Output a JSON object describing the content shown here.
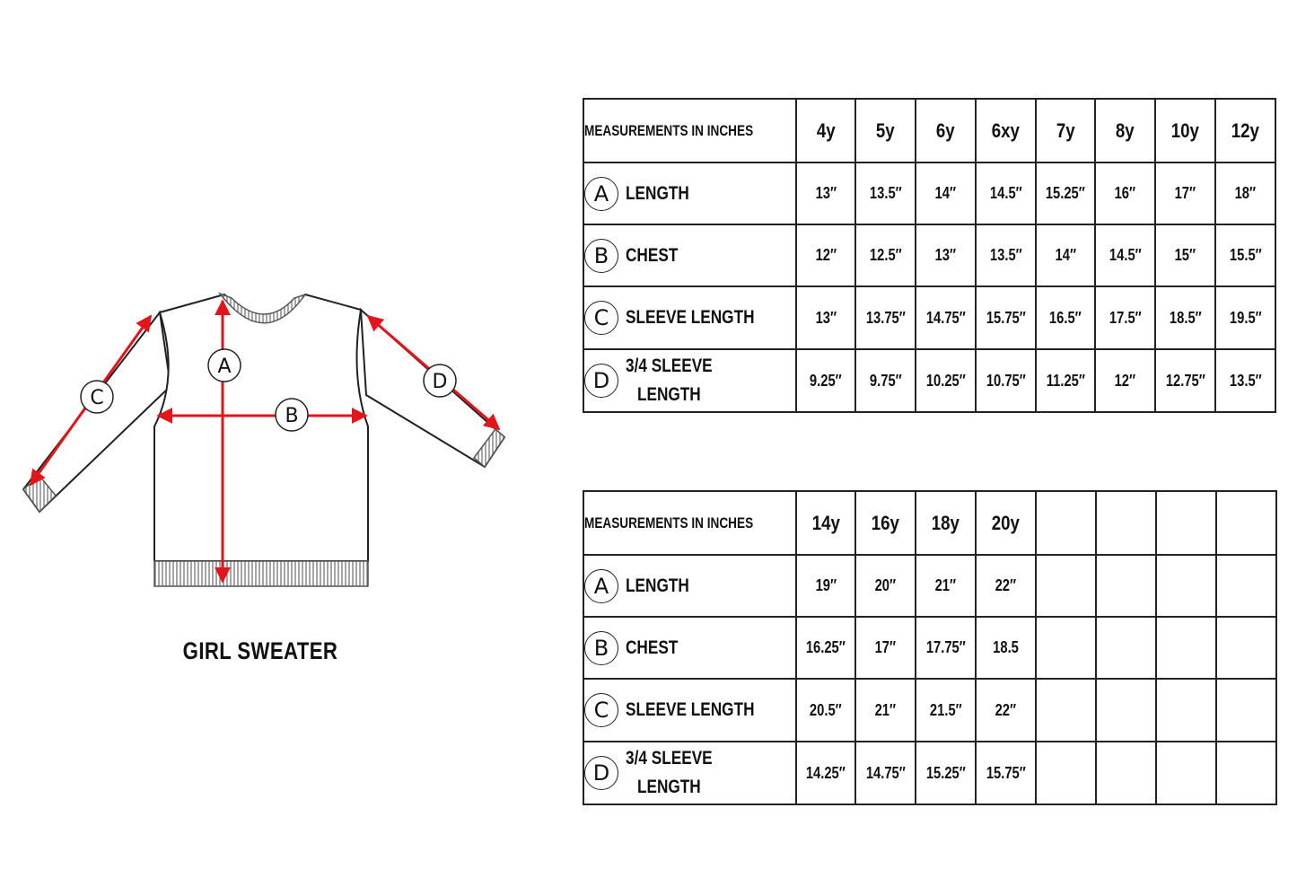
{
  "diagram": {
    "caption": "GIRL SWEATER",
    "markers": [
      "A",
      "B",
      "C",
      "D"
    ],
    "colors": {
      "arrow": "#e3141b",
      "outline": "#222222",
      "rib": "#777777"
    }
  },
  "table1": {
    "header_label": "MEASUREMENTS IN INCHES",
    "sizes": [
      "4y",
      "5y",
      "6y",
      "6xy",
      "7y",
      "8y",
      "10y",
      "12y"
    ],
    "rows": [
      {
        "marker": "A",
        "label": "LENGTH",
        "values": [
          "13″",
          "13.5″",
          "14″",
          "14.5″",
          "15.25″",
          "16″",
          "17″",
          "18″"
        ]
      },
      {
        "marker": "B",
        "label": "CHEST",
        "values": [
          "12″",
          "12.5″",
          "13″",
          "13.5″",
          "14″",
          "14.5″",
          "15″",
          "15.5″"
        ]
      },
      {
        "marker": "C",
        "label": "SLEEVE LENGTH",
        "values": [
          "13″",
          "13.75″",
          "14.75″",
          "15.75″",
          "16.5″",
          "17.5″",
          "18.5″",
          "19.5″"
        ]
      },
      {
        "marker": "D",
        "label": "3/4 SLEEVE\nLENGTH",
        "values": [
          "9.25″",
          "9.75″",
          "10.25″",
          "10.75″",
          "11.25″",
          "12″",
          "12.75″",
          "13.5″"
        ]
      }
    ]
  },
  "table2": {
    "header_label": "MEASUREMENTS IN INCHES",
    "sizes": [
      "14y",
      "16y",
      "18y",
      "20y",
      "",
      "",
      "",
      ""
    ],
    "rows": [
      {
        "marker": "A",
        "label": "LENGTH",
        "values": [
          "19″",
          "20″",
          "21″",
          "22″",
          "",
          "",
          "",
          ""
        ]
      },
      {
        "marker": "B",
        "label": "CHEST",
        "values": [
          "16.25″",
          "17″",
          "17.75″",
          "18.5",
          "",
          "",
          "",
          ""
        ]
      },
      {
        "marker": "C",
        "label": "SLEEVE LENGTH",
        "values": [
          "20.5″",
          "21″",
          "21.5″",
          "22″",
          "",
          "",
          "",
          ""
        ]
      },
      {
        "marker": "D",
        "label": "3/4 SLEEVE\nLENGTH",
        "values": [
          "14.25″",
          "14.75″",
          "15.25″",
          "15.75″",
          "",
          "",
          "",
          ""
        ]
      }
    ]
  }
}
